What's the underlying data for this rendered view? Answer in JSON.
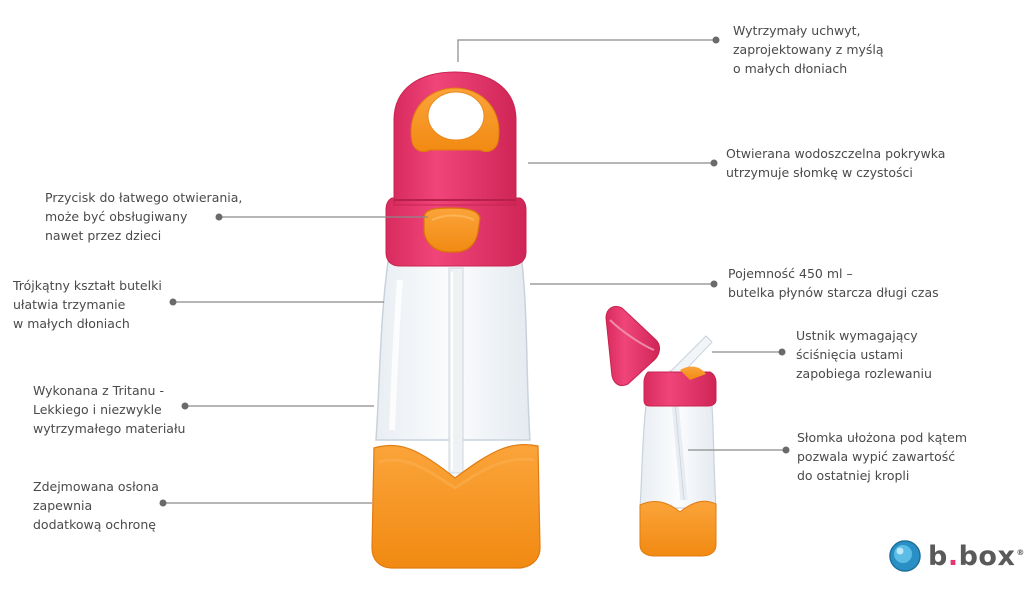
{
  "callouts": {
    "handle": "Wytrzymały uchwyt,\nzaprojektowany z myślą\no małych dłoniach",
    "lid": "Otwierana wodoszczelna pokrywka\nutrzymuje słomkę w czystości",
    "button": "Przycisk do łatwego otwierania,\nmoże być obsługiwany\nnawet przez dzieci",
    "shape": "Trójkątny kształt butelki\nułatwia trzymanie\nw małych dłoniach",
    "material": "Wykonana z Tritanu -\nLekkiego i niezwykle\nwytrzymałego materiału",
    "bumper": "Zdejmowana osłona\nzapewnia\ndodatkową ochronę",
    "capacity": "Pojemność 450 ml –\nbutelka płynów starcza długi czas",
    "mouthpiece": "Ustnik wymagający\nściśnięcia ustami\nzapobiega rozlewaniu",
    "straw": "Słomka ułożona pod kątem\npozwala wypić zawartość\ndo ostatniej kropli"
  },
  "brand": {
    "name_part1": "b",
    "name_dot": ".",
    "name_part2": "box",
    "registered": "®"
  },
  "colors": {
    "pink": "#e8336d",
    "pink_dark": "#c8234f",
    "orange": "#f7941d",
    "orange_dark": "#e07b10",
    "leader_line": "#8a8a8a",
    "text": "#4a4a4a"
  },
  "icons": {
    "logo": "bbox-logo-icon"
  }
}
